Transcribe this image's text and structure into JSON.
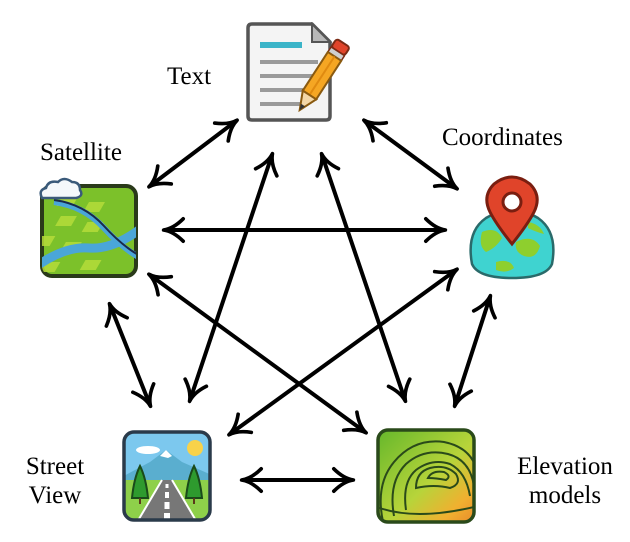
{
  "diagram": {
    "title": "",
    "nodes": [
      {
        "id": "text",
        "label": "Text",
        "icon": "document-pencil-icon"
      },
      {
        "id": "coordinates",
        "label": "Coordinates",
        "icon": "globe-map-pin-icon"
      },
      {
        "id": "elevation",
        "label_lines": [
          "Elevation",
          "models"
        ],
        "icon": "contour-map-icon"
      },
      {
        "id": "streetview",
        "label_lines": [
          "Street",
          "View"
        ],
        "icon": "road-landscape-icon"
      },
      {
        "id": "satellite",
        "label": "Satellite",
        "icon": "satellite-map-icon"
      }
    ],
    "edges": [
      {
        "from": "text",
        "to": "satellite",
        "direction": "bidirectional"
      },
      {
        "from": "text",
        "to": "coordinates",
        "direction": "bidirectional"
      },
      {
        "from": "text",
        "to": "streetview",
        "direction": "bidirectional"
      },
      {
        "from": "text",
        "to": "elevation",
        "direction": "bidirectional"
      },
      {
        "from": "satellite",
        "to": "coordinates",
        "direction": "bidirectional"
      },
      {
        "from": "satellite",
        "to": "streetview",
        "direction": "bidirectional"
      },
      {
        "from": "satellite",
        "to": "elevation",
        "direction": "bidirectional"
      },
      {
        "from": "coordinates",
        "to": "streetview",
        "direction": "bidirectional"
      },
      {
        "from": "coordinates",
        "to": "elevation",
        "direction": "bidirectional"
      },
      {
        "from": "streetview",
        "to": "elevation",
        "direction": "bidirectional"
      }
    ],
    "colors": {
      "arrow": "#000000",
      "doc_accent": "#3bb4c8",
      "pencil": "#f5a623",
      "pin": "#e0442a",
      "globe_water": "#3fd3d0",
      "globe_land": "#8ecf2e",
      "satellite_field": "#7cc12a",
      "river": "#4aa6d8",
      "sky": "#7cc8ee",
      "sun": "#f8d24a",
      "road": "#666666",
      "contour_green": "#5fb52a",
      "contour_orange": "#e8852a"
    }
  }
}
